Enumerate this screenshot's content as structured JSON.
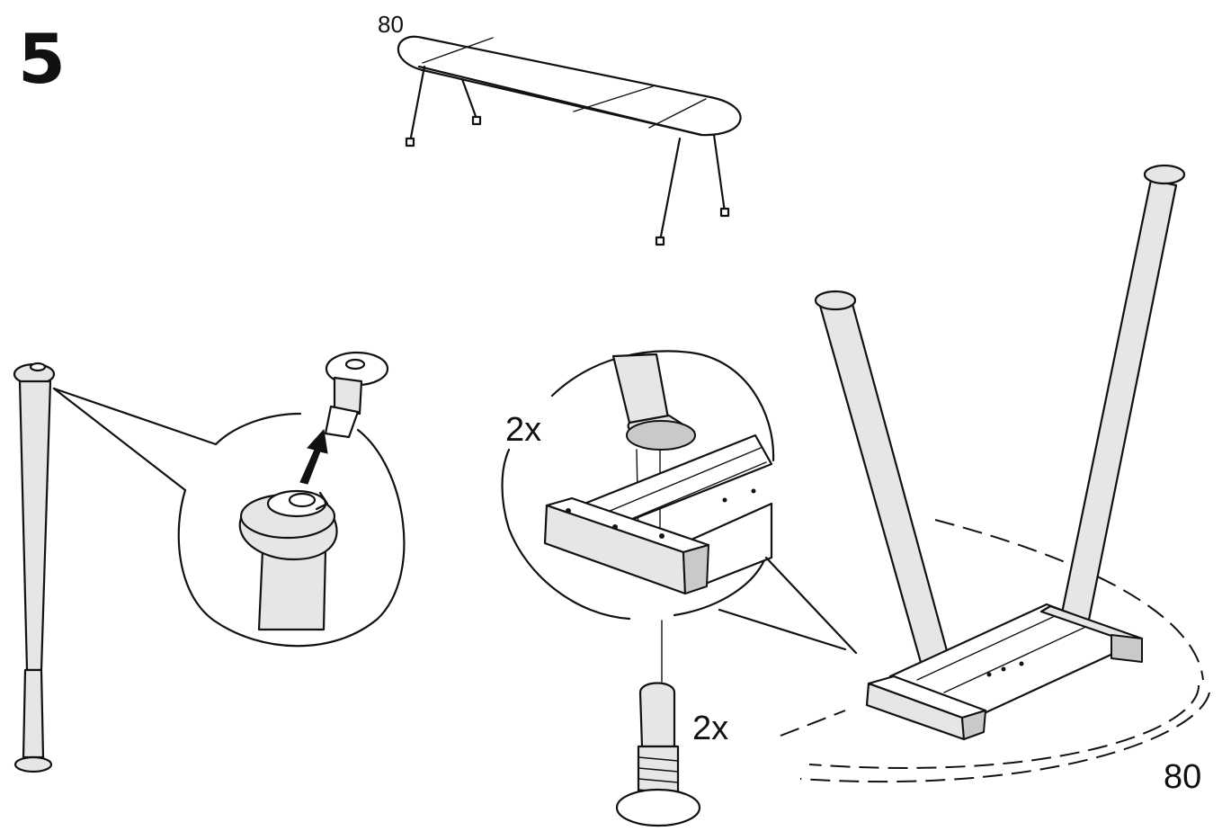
{
  "step": {
    "number": "5"
  },
  "table_overview": {
    "size_label": "80"
  },
  "leg_detail": {
    "quantity_label": "2x"
  },
  "bolt_detail": {
    "quantity_label": "2x"
  },
  "frame_assembly": {
    "size_label": "80"
  },
  "colors": {
    "ink": "#111111",
    "part_fill": "#e6e6e6",
    "shade_fill": "#c9c9c9",
    "background": "#ffffff"
  },
  "icons": [
    "leg-part",
    "glide-screw",
    "assembly-arrow",
    "rotation-arrow",
    "bolt-part"
  ]
}
